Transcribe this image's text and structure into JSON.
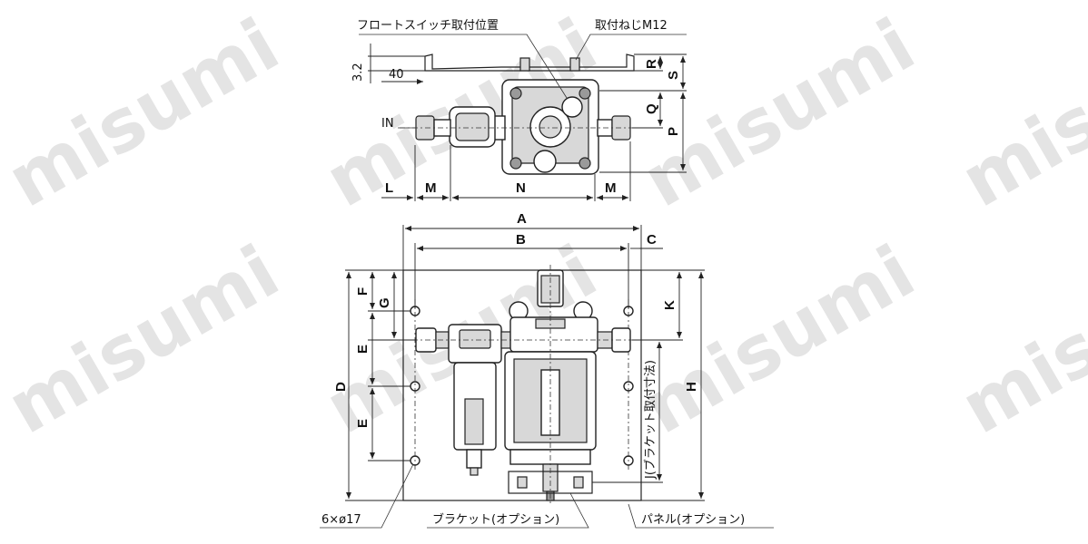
{
  "labels": {
    "float_switch": "フロートスイッチ取付位置",
    "mount_thread": "取付ねじM12",
    "in_port": "IN",
    "dim_32": "3.2",
    "dim_40": "40",
    "R": "R",
    "S": "S",
    "Q": "Q",
    "P": "P",
    "L": "L",
    "M": "M",
    "N": "N",
    "A": "A",
    "B": "B",
    "C": "C",
    "D": "D",
    "E": "E",
    "F": "F",
    "G": "G",
    "H": "H",
    "K": "K",
    "J": "J(ブラケット取付寸法)",
    "holes": "6×ø17",
    "bracket": "ブラケット(オプション)",
    "panel": "パネル(オプション)"
  },
  "watermark": "misumi"
}
